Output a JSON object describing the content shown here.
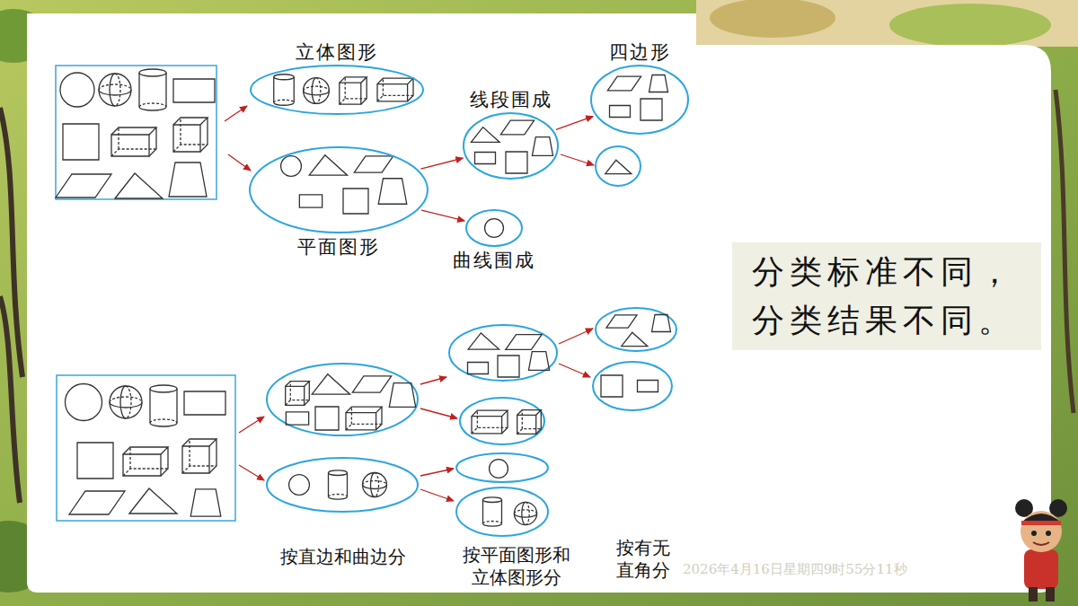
{
  "diagram": {
    "nodes": [
      {
        "text": [
          "立体图形"
        ]
      },
      {
        "text": [
          "平面图形"
        ]
      },
      {
        "text": [
          "线段围成"
        ]
      },
      {
        "text": [
          "曲线围成"
        ]
      },
      {
        "text": [
          "四边形"
        ]
      },
      {
        "text": [
          "分类标准不同， 分类结果不同。"
        ]
      }
    ],
    "edges": [
      {
        "from": 1,
        "to": 2,
        "arrow": "to"
      },
      {
        "from": 1,
        "to": 3,
        "arrow": "to"
      },
      {
        "from": 2,
        "to": 4,
        "arrow": "to"
      }
    ],
    "labels": [
      "按直边和曲边分",
      "按平面图形和 立体图形分",
      "按有无 直角分",
      "2026年4月16日星期四9时55分11秒"
    ]
  }
}
